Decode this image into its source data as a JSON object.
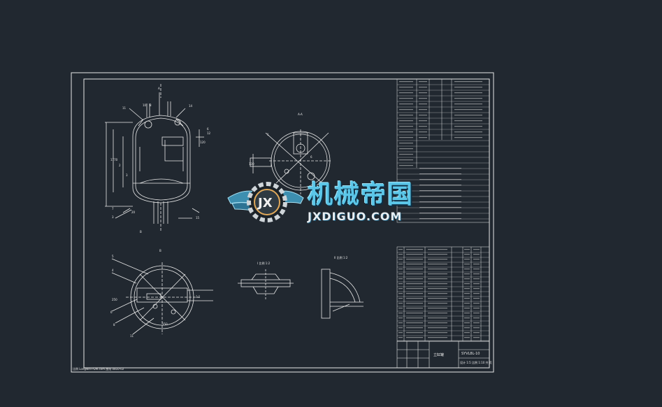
{
  "watermark": {
    "title_cn": "机械帝国",
    "title_en": "JXDIGUO.COM",
    "badge": "JX"
  },
  "drawing": {
    "number": "SYVL8L-10",
    "title_block_name": "立缸罐",
    "scale_note": "设计 1:5 比例 1:10 共 页",
    "view_label_a": "A",
    "view_label_b": "B",
    "section_label": "A-A",
    "sheet_note": "比例  Longwei-PDM.com  图纸 0810-02"
  },
  "colors": {
    "background": "#212830",
    "line": "#e8e8e8",
    "watermark_blue": "#5bc6e8"
  }
}
